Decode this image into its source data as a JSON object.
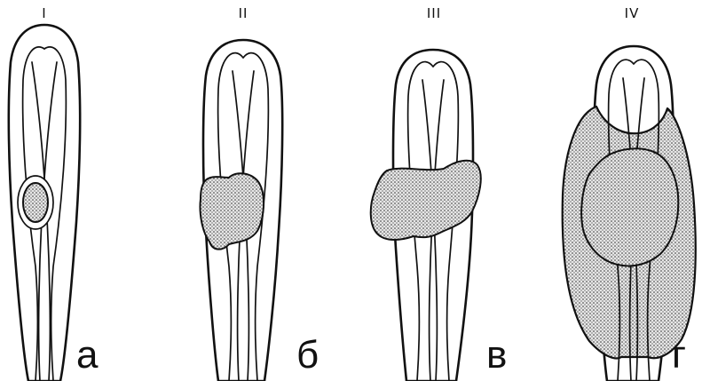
{
  "stages": [
    {
      "number": "I",
      "letter": "а"
    },
    {
      "number": "II",
      "letter": "б"
    },
    {
      "number": "III",
      "letter": "в"
    },
    {
      "number": "IV",
      "letter": "г"
    }
  ],
  "colors": {
    "stroke": "#111111",
    "background": "#ffffff",
    "stipple": "#111111"
  }
}
